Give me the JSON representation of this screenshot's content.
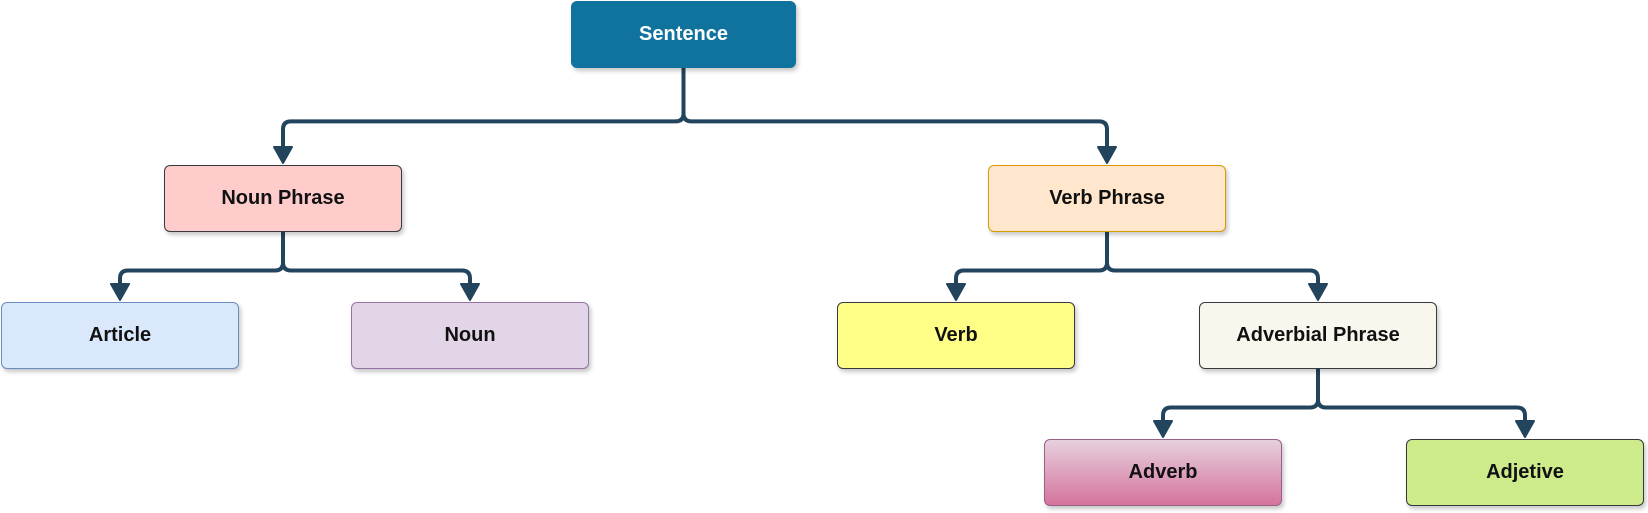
{
  "diagram": {
    "type": "tree",
    "edge_color": "#23445d",
    "nodes": {
      "sentence": {
        "label": "Sentence",
        "fill": "#10739e"
      },
      "noun_phrase": {
        "label": "Noun Phrase",
        "fill": "#ffcccc"
      },
      "verb_phrase": {
        "label": "Verb Phrase",
        "fill": "#ffe6cc"
      },
      "article": {
        "label": "Article",
        "fill": "#dae8fc"
      },
      "noun": {
        "label": "Noun",
        "fill": "#e1d5e7"
      },
      "verb": {
        "label": "Verb",
        "fill": "#ffff88"
      },
      "adverbial_phrase": {
        "label": "Adverbial Phrase",
        "fill": "#f9f7ed"
      },
      "adverb": {
        "label": "Adverb",
        "fill": "#d5739d"
      },
      "adjective": {
        "label": "Adjetive",
        "fill": "#cdeb8b"
      }
    },
    "edges": [
      [
        "sentence",
        "noun_phrase"
      ],
      [
        "sentence",
        "verb_phrase"
      ],
      [
        "noun_phrase",
        "article"
      ],
      [
        "noun_phrase",
        "noun"
      ],
      [
        "verb_phrase",
        "verb"
      ],
      [
        "verb_phrase",
        "adverbial_phrase"
      ],
      [
        "adverbial_phrase",
        "adverb"
      ],
      [
        "adverbial_phrase",
        "adjective"
      ]
    ]
  }
}
